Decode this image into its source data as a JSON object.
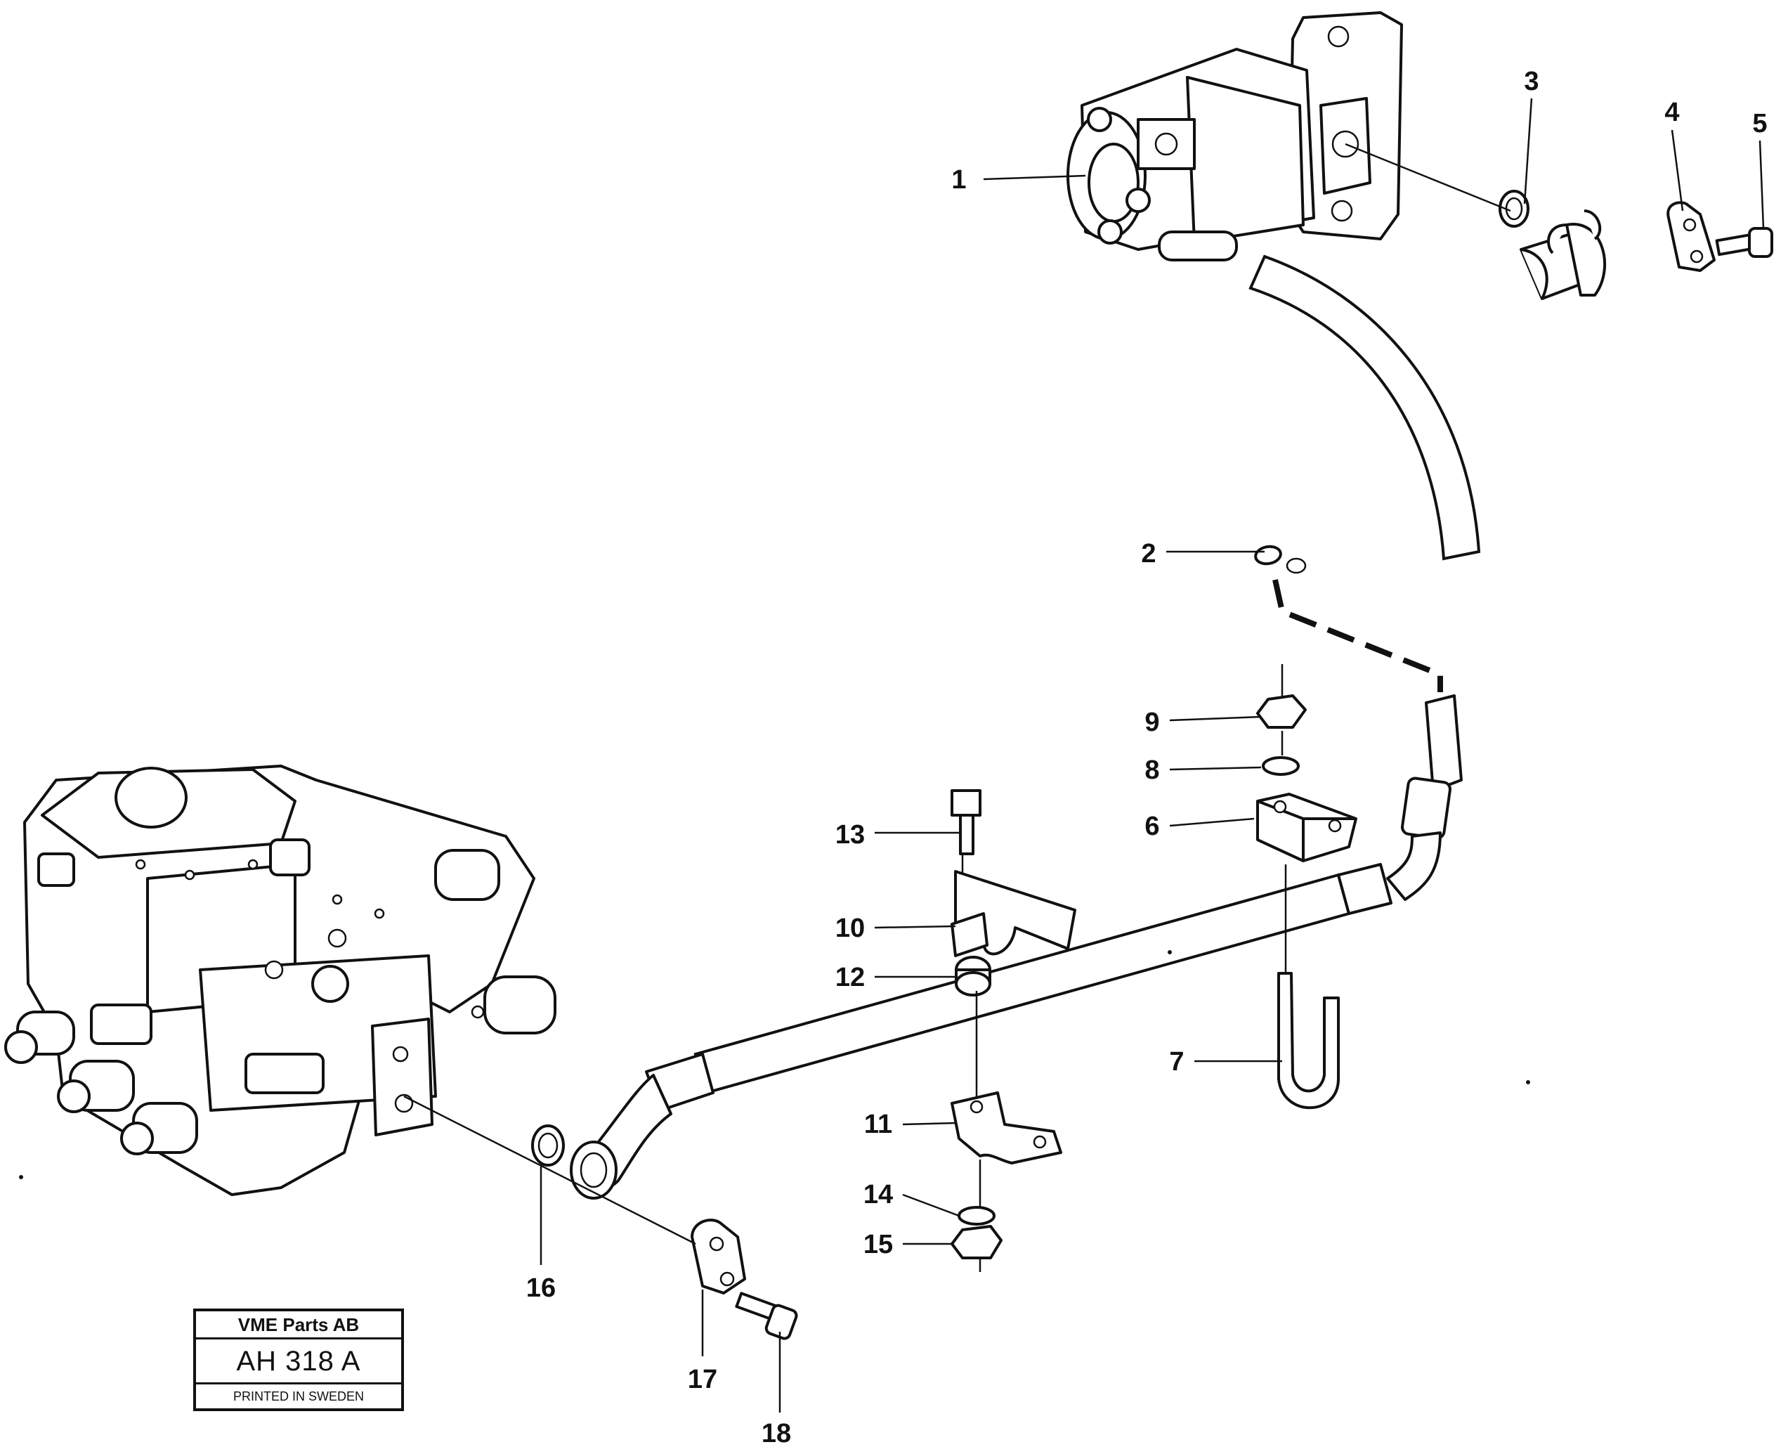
{
  "callouts": [
    "1",
    "2",
    "3",
    "4",
    "5",
    "6",
    "7",
    "8",
    "9",
    "10",
    "11",
    "12",
    "13",
    "14",
    "15",
    "16",
    "17",
    "18"
  ],
  "title_block": {
    "company": "VME Parts AB",
    "drawing_no": "AH 318 A",
    "printed": "PRINTED IN SWEDEN"
  }
}
